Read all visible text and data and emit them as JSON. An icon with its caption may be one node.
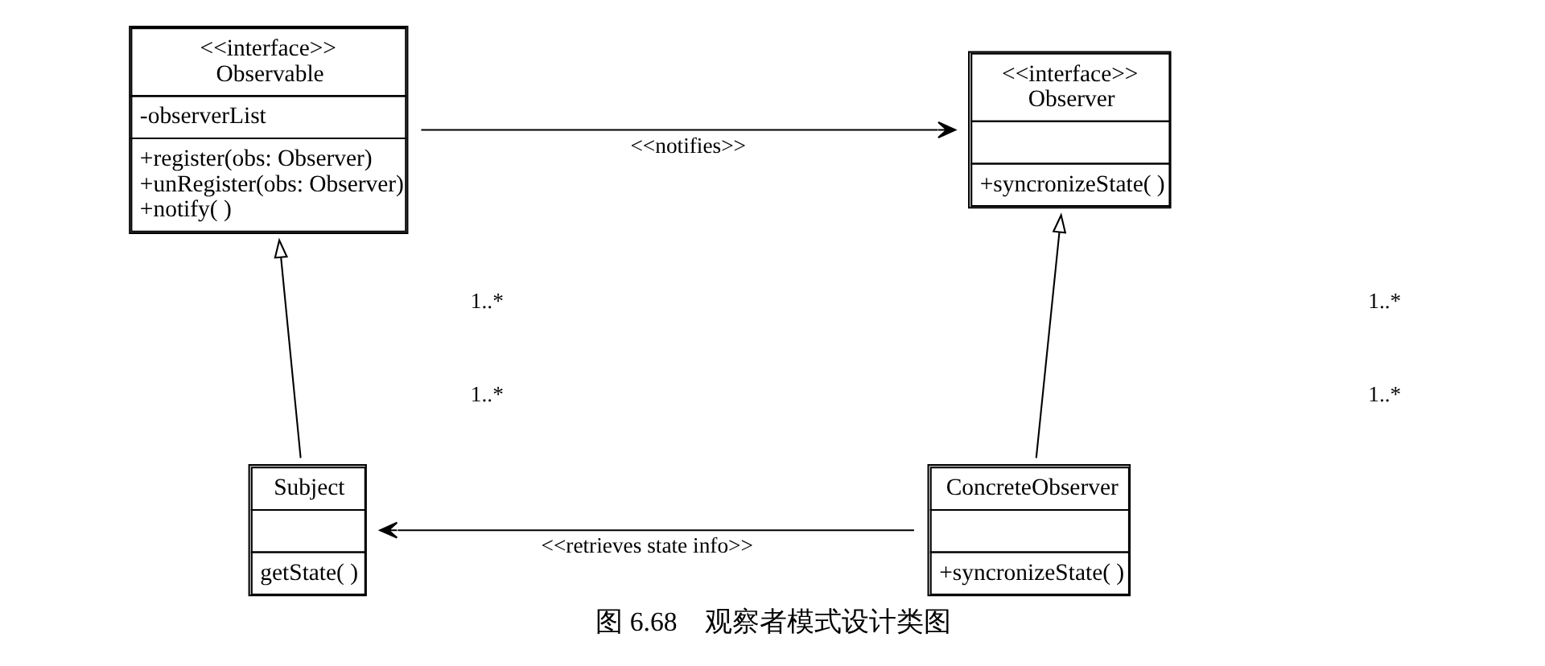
{
  "diagram": {
    "caption": "图 6.68　观察者模式设计类图",
    "nodes": [
      {
        "text": [
          "<<interface>>",
          "Observable",
          "-observerList",
          "+register(obs: Observer)",
          "+unRegister(obs: Observer)",
          "+notify( )"
        ]
      },
      {
        "text": [
          "<<interface>>",
          "Observer",
          "+syncronizeState( )"
        ]
      },
      {
        "text": [
          "Subject",
          "getState( )"
        ]
      },
      {
        "text": [
          "ConcreteObserver",
          "+syncronizeState( )"
        ]
      }
    ],
    "edges": [
      {
        "from": 0,
        "to": 1,
        "arrow": "to",
        "label": "<<notifies>>"
      },
      {
        "from": 2,
        "to": 0,
        "arrow": "to"
      },
      {
        "from": 3,
        "to": 1,
        "arrow": "to"
      },
      {
        "from": 3,
        "to": 2,
        "arrow": "to",
        "label": "<<retrieves state info>>"
      }
    ],
    "labels": [
      "1..*",
      "1..*",
      "1..*",
      "1..*"
    ]
  }
}
